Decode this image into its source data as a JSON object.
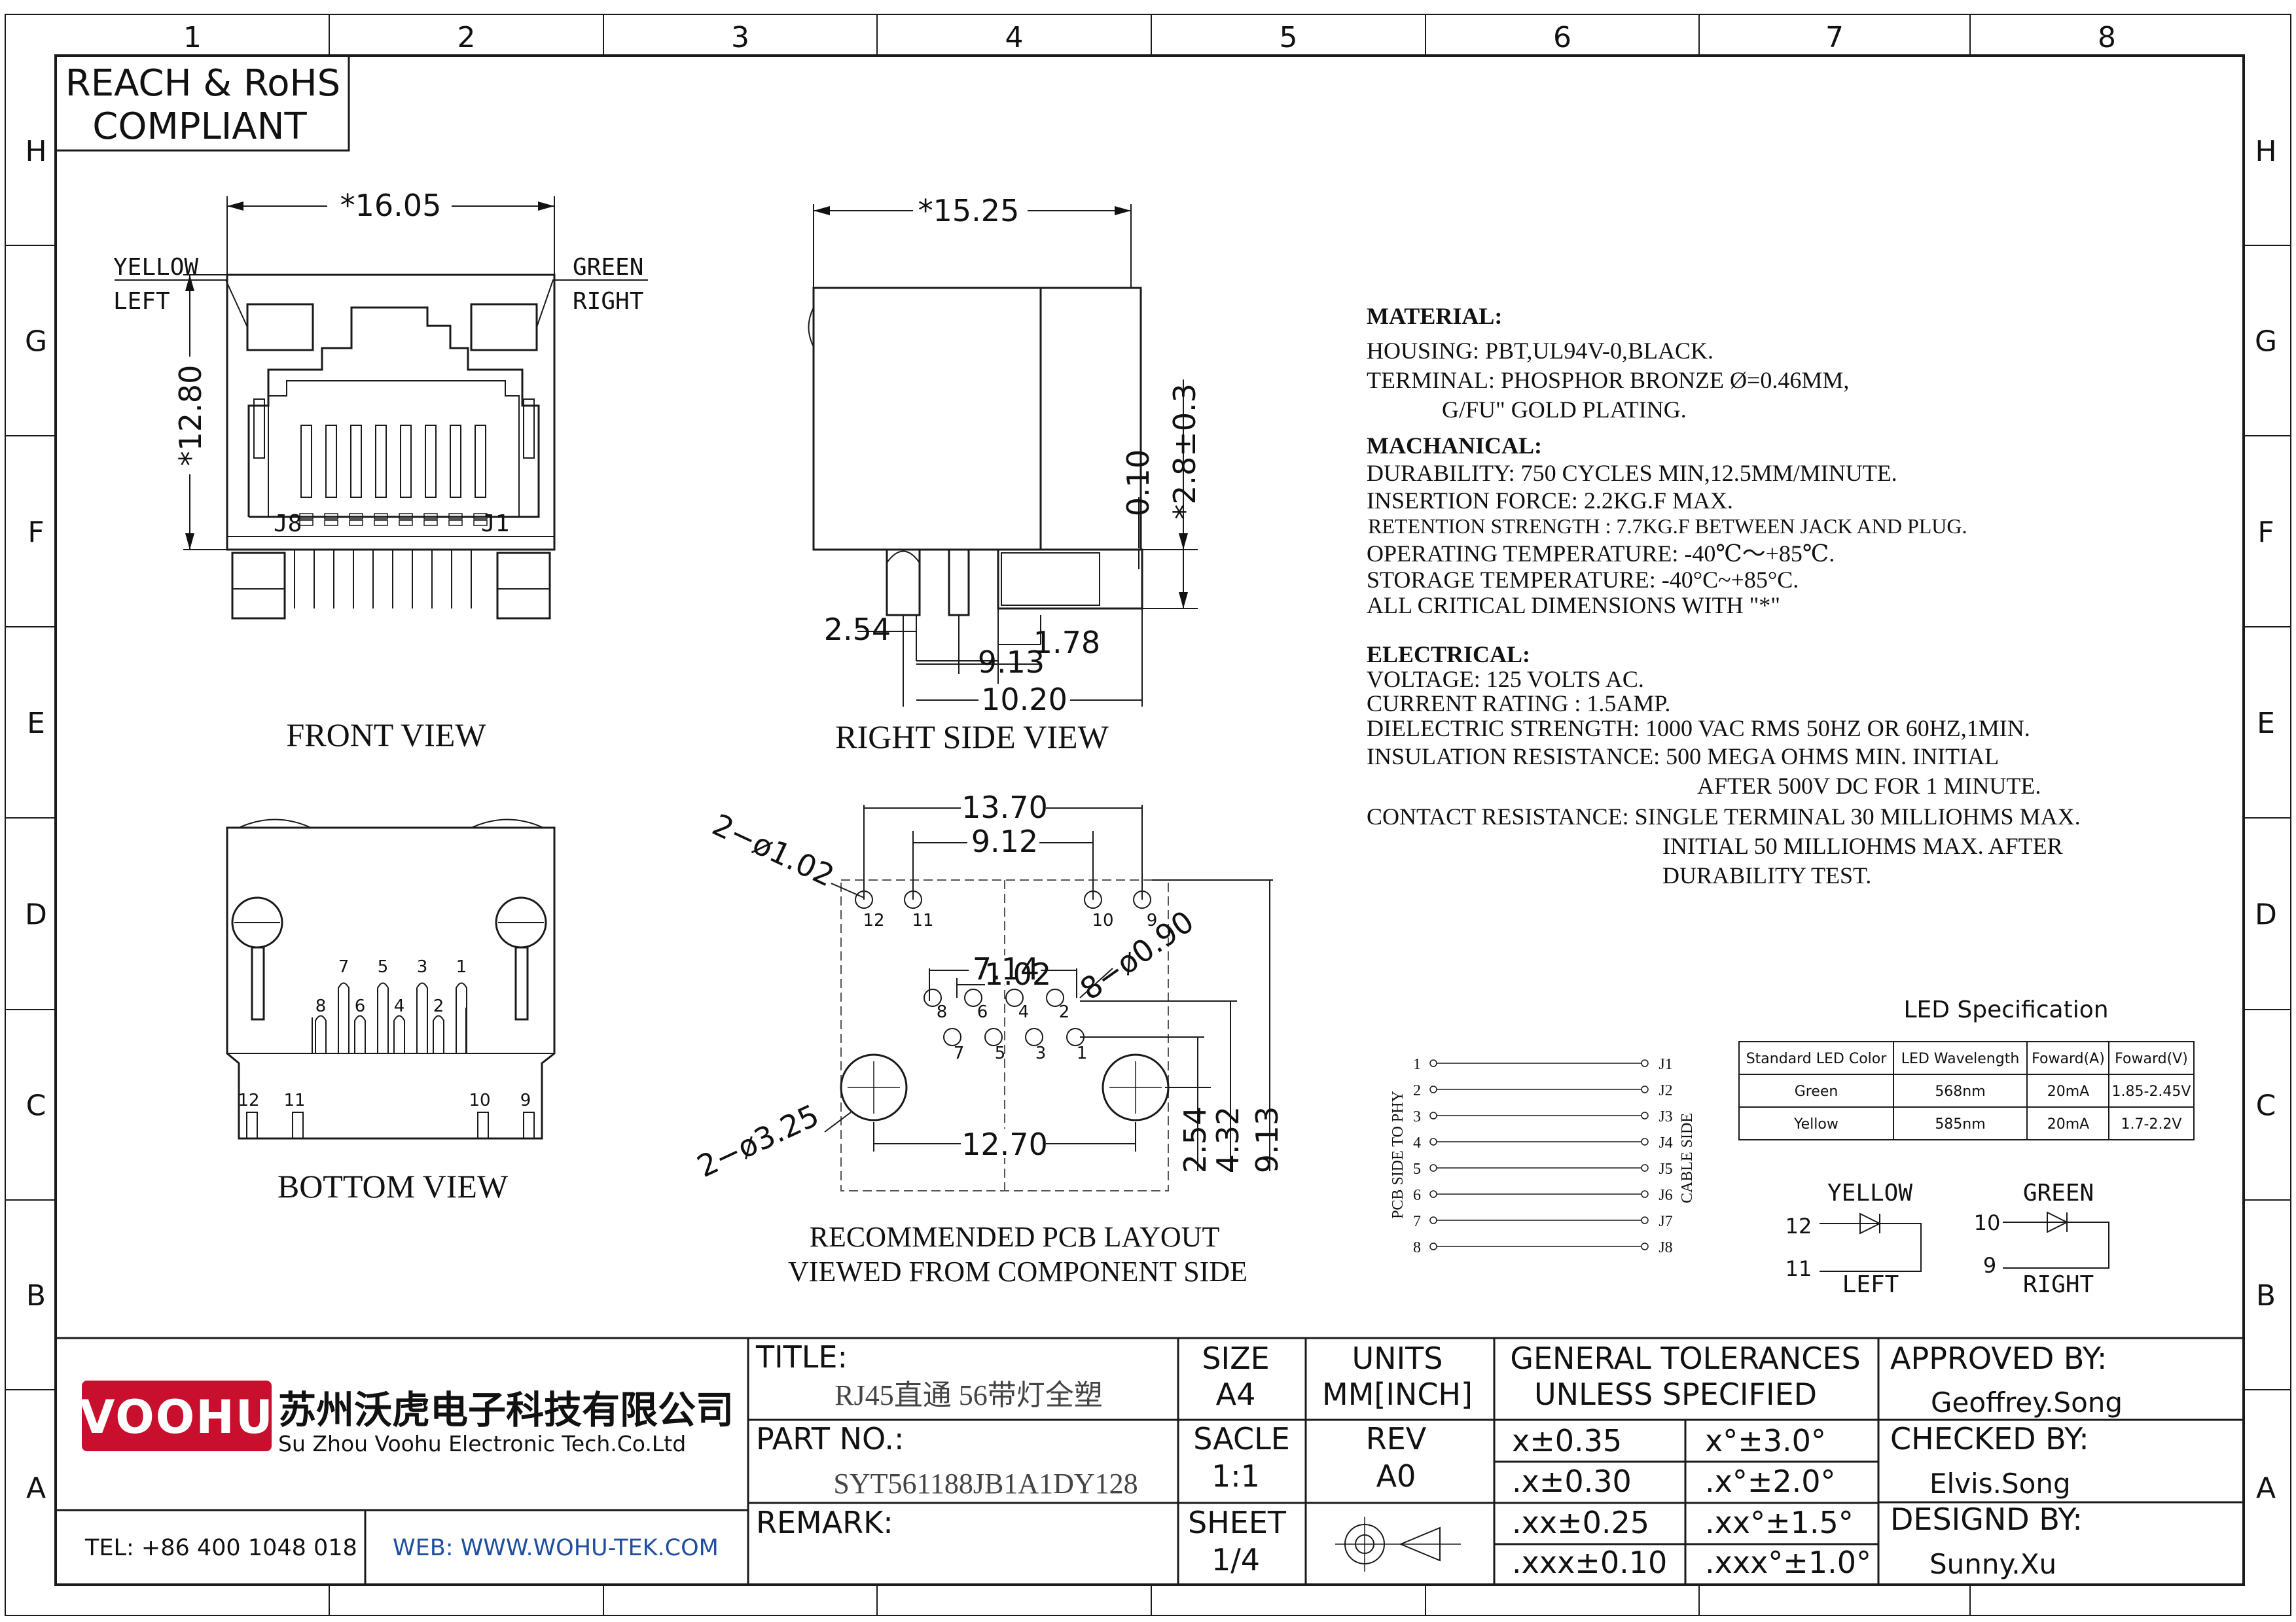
{
  "border": {
    "columns": [
      "1",
      "2",
      "3",
      "4",
      "5",
      "6",
      "7",
      "8"
    ],
    "rows": [
      "H",
      "G",
      "F",
      "E",
      "D",
      "C",
      "B",
      "A"
    ]
  },
  "compliance": {
    "line1": "REACH & RoHS",
    "line2": "COMPLIANT"
  },
  "front_view": {
    "title": "FRONT VIEW",
    "dim_width": "*16.05",
    "dim_height": "*12.80",
    "led_left_label1": "YELLOW",
    "led_left_label2": "LEFT",
    "led_right_label1": "GREEN",
    "led_right_label2": "RIGHT",
    "pin_left": "J8",
    "pin_right": "J1",
    "led_left_color": "#ffff00",
    "led_right_color": "#22dd22"
  },
  "side_view": {
    "title": "RIGHT SIDE VIEW",
    "dim_width": "*15.25",
    "dim_a": "0.10",
    "dim_b": "*2.8±0.3",
    "dim_c": "2.54",
    "dim_d": "1.78",
    "dim_e": "9.13",
    "dim_f": "10.20"
  },
  "bottom_view": {
    "title": "BOTTOM VIEW",
    "pins_top": [
      "7",
      "5",
      "3",
      "1"
    ],
    "pins_bottom": [
      "8",
      "6",
      "4",
      "2"
    ],
    "pins_led": [
      "12",
      "11",
      "10",
      "9"
    ]
  },
  "pcb_layout": {
    "title1": "RECOMMENDED PCB LAYOUT",
    "title2": "VIEWED FROM COMPONENT SIDE",
    "dim_a": "13.70",
    "dim_b": "9.12",
    "dim_c": "7.14",
    "dim_d": "1.02",
    "dim_e": "12.70",
    "dim_f": "2.54",
    "dim_g": "4.32",
    "dim_h": "9.13",
    "hole_led": "2−ø1.02",
    "hole_sig": "8−ø0.90",
    "hole_post": "2−ø3.25",
    "led_pins": [
      "12",
      "11",
      "10",
      "9"
    ],
    "sig_top": [
      "8",
      "6",
      "4",
      "2"
    ],
    "sig_bottom": [
      "7",
      "5",
      "3",
      "1"
    ]
  },
  "specs": {
    "material_title": "MATERIAL:",
    "material": [
      "HOUSING: PBT,UL94V-0,BLACK.",
      "TERMINAL: PHOSPHOR BRONZE Ø=0.46MM,",
      "G/FU\" GOLD PLATING."
    ],
    "mech_title": "MACHANICAL:",
    "mech": [
      "DURABILITY: 750 CYCLES MIN,12.5MM/MINUTE.",
      "INSERTION FORCE: 2.2KG.F MAX.",
      "RETENTION STRENGTH : 7.7KG.F BETWEEN JACK AND PLUG.",
      "OPERATING TEMPERATURE: -40℃〜+85℃.",
      "STORAGE TEMPERATURE: -40°C~+85°C.",
      "ALL CRITICAL DIMENSIONS WITH \"*\""
    ],
    "elec_title": "ELECTRICAL:",
    "elec": [
      "VOLTAGE: 125 VOLTS AC.",
      "CURRENT RATING : 1.5AMP.",
      "DIELECTRIC STRENGTH: 1000 VAC RMS 50HZ OR 60HZ,1MIN.",
      "INSULATION RESISTANCE: 500 MEGA OHMS MIN. INITIAL",
      "AFTER 500V DC FOR 1 MINUTE.",
      "CONTACT RESISTANCE: SINGLE TERMINAL 30 MILLIOHMS MAX.",
      "INITIAL 50 MILLIOHMS MAX. AFTER",
      "DURABILITY TEST."
    ]
  },
  "led_spec": {
    "title": "LED Specification",
    "headers": [
      "Standard LED Color",
      "LED Wavelength",
      "Foward(A)",
      "Foward(V)"
    ],
    "rows": [
      [
        "Green",
        "568nm",
        "20mA",
        "1.85-2.45V"
      ],
      [
        "Yellow",
        "585nm",
        "20mA",
        "1.7-2.2V"
      ]
    ]
  },
  "schematic": {
    "left_label": "PCB SIDE TO PHY",
    "right_label": "CABLE SIDE",
    "pins": [
      "1",
      "2",
      "3",
      "4",
      "5",
      "6",
      "7",
      "8"
    ],
    "jacks": [
      "J1",
      "J2",
      "J3",
      "J4",
      "J5",
      "J6",
      "J7",
      "J8"
    ]
  },
  "led_diagram": {
    "yellow": "YELLOW",
    "yellow_a": "12",
    "yellow_k": "11",
    "left": "LEFT",
    "green": "GREEN",
    "green_a": "10",
    "green_k": "9",
    "right": "RIGHT"
  },
  "title_block": {
    "company_logo": "VOOHU",
    "company_cn": "苏州沃虎电子科技有限公司",
    "company_en": "Su Zhou Voohu Electronic Tech.Co.Ltd",
    "tel": "TEL: +86 400 1048 018",
    "web": "WEB: WWW.WOHU-TEK.COM",
    "title_label": "TITLE:",
    "title_value": "RJ45直通 56带灯全塑",
    "size_label": "SIZE",
    "size_value": "A4",
    "units_label": "UNITS",
    "units_value": "MM[INCH]",
    "tol_label1": "GENERAL TOLERANCES",
    "tol_label2": "UNLESS SPECIFIED",
    "part_label": "PART NO.:",
    "part_value": "SYT561188JB1A1DY128",
    "scale_label": "SACLE",
    "scale_value": "1:1",
    "rev_label": "REV",
    "rev_value": "A0",
    "remark_label": "REMARK:",
    "sheet_label": "SHEET",
    "sheet_value": "1/4",
    "tolerances": [
      [
        "x±0.35",
        "x°±3.0°"
      ],
      [
        ".x±0.30",
        ".x°±2.0°"
      ],
      [
        ".xx±0.25",
        ".xx°±1.5°"
      ],
      [
        ".xxx±0.10",
        ".xxx°±1.0°"
      ]
    ],
    "approved_label": "APPROVED BY:",
    "approved_value": "Geoffrey.Song",
    "checked_label": "CHECKED BY:",
    "checked_value": "Elvis.Song",
    "designed_label": "DESIGND BY:",
    "designed_value": "Sunny.Xu",
    "logo_color": "#c8102e"
  }
}
